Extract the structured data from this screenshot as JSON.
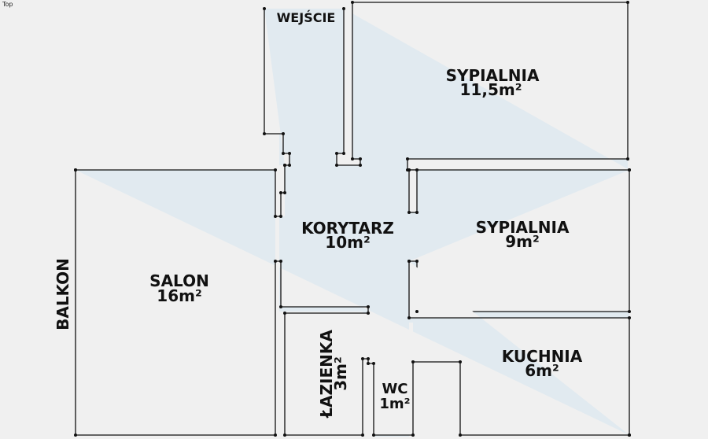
{
  "viewport": {
    "label": "Top"
  },
  "rooms": {
    "wejscie": {
      "name": "WEJŚCIE",
      "area": ""
    },
    "sypialnia1": {
      "name": "SYPIALNIA",
      "area": "11,5m²"
    },
    "sypialnia2": {
      "name": "SYPIALNIA",
      "area": "9m²"
    },
    "korytarz": {
      "name": "KORYTARZ",
      "area": "10m²"
    },
    "salon": {
      "name": "SALON",
      "area": "16m²"
    },
    "kuchnia": {
      "name": "KUCHNIA",
      "area": "6m²"
    },
    "lazienka": {
      "name": "ŁAZIENKA",
      "area": "3m²"
    },
    "wc": {
      "name": "WC",
      "area": "1m²"
    },
    "balkon": {
      "name": "BALKON"
    }
  },
  "colors": {
    "room_fill": "#e1eaf0",
    "background": "#f0f0f0",
    "wall": "#111111"
  }
}
